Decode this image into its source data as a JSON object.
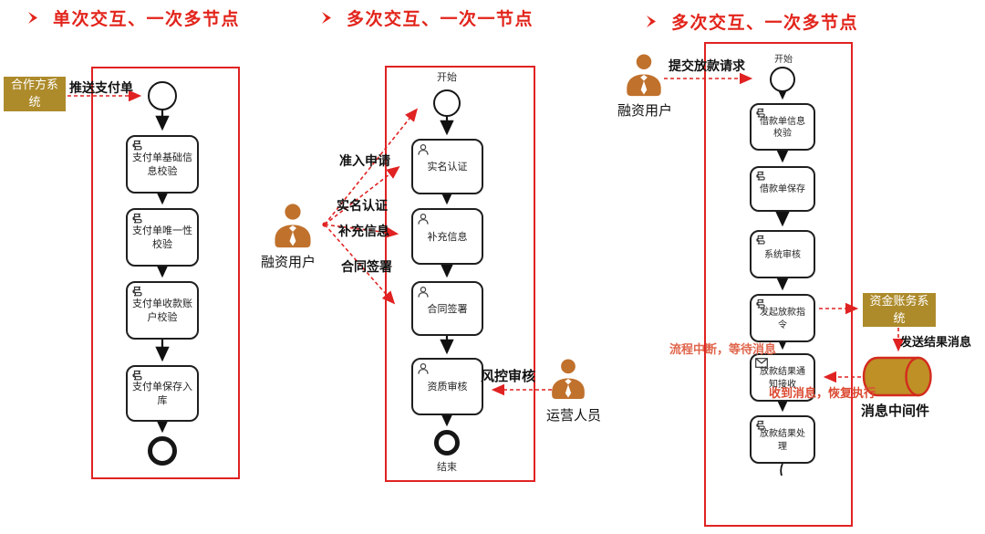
{
  "colors": {
    "accent_red": "#e2241b",
    "frame_red": "#e02222",
    "gold_box": "#ad8b2b",
    "actor_orange": "#c0712c",
    "cylinder_gold": "#be9026",
    "interrupt_note_color": "#e0654c",
    "resume_note_color": "#dc4b33"
  },
  "sections": [
    {
      "title": "单次交互、一次多节点"
    },
    {
      "title": "多次交互、一次一节点"
    },
    {
      "title": "多次交互、一次多节点"
    }
  ],
  "flow1": {
    "external_system": "合作方系统",
    "push_label": "推送支付单",
    "nodes": [
      "支付单基础信息校验",
      "支付单唯一性校验",
      "支付单收款账户校验",
      "支付单保存入库"
    ]
  },
  "flow2": {
    "start_label": "开始",
    "end_label": "结束",
    "actor": "融资用户",
    "interaction_labels": [
      "准入申请",
      "实名认证",
      "补充信息",
      "合同签署"
    ],
    "nodes": [
      "实名认证",
      "补充信息",
      "合同签署",
      "资质审核"
    ],
    "reviewer": "运营人员",
    "review_label": "风控审核"
  },
  "flow3": {
    "start_label": "开始",
    "actor": "融资用户",
    "submit_label": "提交放款请求",
    "nodes": [
      "借款单信息校验",
      "借款单保存",
      "系统审核",
      "发起放款指令",
      "放款结果通知接收",
      "放款结果处理"
    ],
    "funds_system": "资金账务系统",
    "send_label": "发送结果消息",
    "middleware_label": "消息中间件",
    "interrupt_note": "流程中断，等待消息",
    "resume_note": "收到消息，恢复执行"
  }
}
